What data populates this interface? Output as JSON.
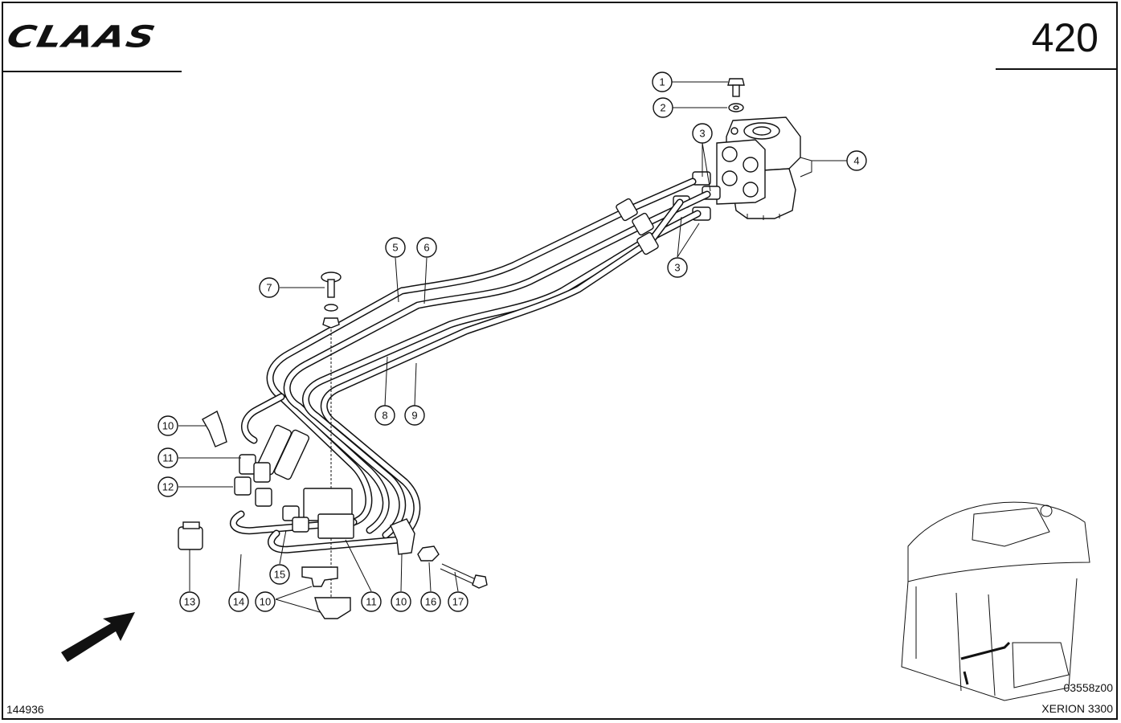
{
  "header": {
    "brand": "CLAAS",
    "page_number": "420"
  },
  "footer": {
    "document_id": "144936",
    "reference_code": "03558z00",
    "model": "XERION 3300"
  },
  "callouts": [
    {
      "label": "1"
    },
    {
      "label": "2"
    },
    {
      "label": "3"
    },
    {
      "label": "3"
    },
    {
      "label": "4"
    },
    {
      "label": "5"
    },
    {
      "label": "6"
    },
    {
      "label": "7"
    },
    {
      "label": "8"
    },
    {
      "label": "9"
    },
    {
      "label": "10"
    },
    {
      "label": "11"
    },
    {
      "label": "12"
    },
    {
      "label": "13"
    },
    {
      "label": "14"
    },
    {
      "label": "15"
    },
    {
      "label": "10"
    },
    {
      "label": "11"
    },
    {
      "label": "10"
    },
    {
      "label": "16"
    },
    {
      "label": "17"
    }
  ]
}
